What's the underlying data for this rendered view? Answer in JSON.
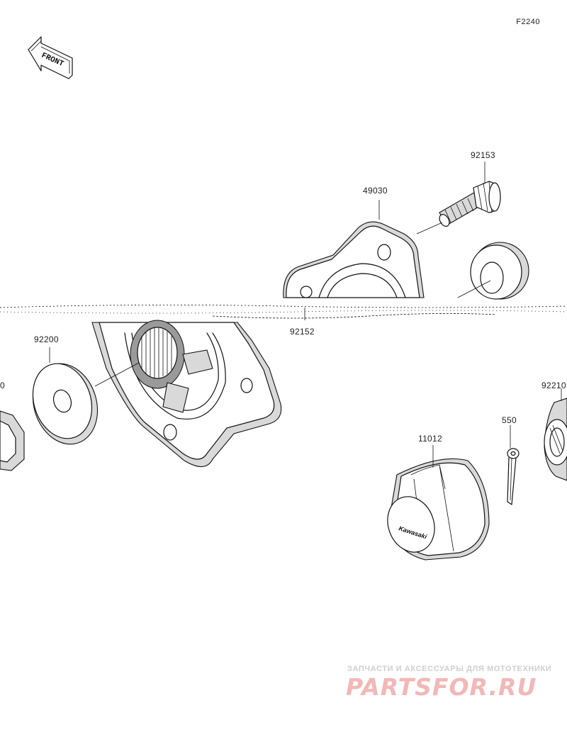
{
  "figure_code": "F2240",
  "front_arrow_text": "FRONT",
  "parts": [
    {
      "number": "49030"
    },
    {
      "number": "92153"
    },
    {
      "number": "92152"
    },
    {
      "number": "92200"
    },
    {
      "number": "11012"
    },
    {
      "number": "550"
    },
    {
      "number": "92210"
    },
    {
      "number": "0"
    }
  ],
  "cap_logo_text": "Kawasaki",
  "watermark": {
    "line1": "ЗАПЧАСТИ И АКСЕССУАРЫ ДЛЯ МОТОТЕХНИКИ",
    "brand": "PARTSFOR.RU"
  },
  "colors": {
    "line": "#111111",
    "shade": "#d9d9d9",
    "watermark_red": "#f2b8b8"
  }
}
